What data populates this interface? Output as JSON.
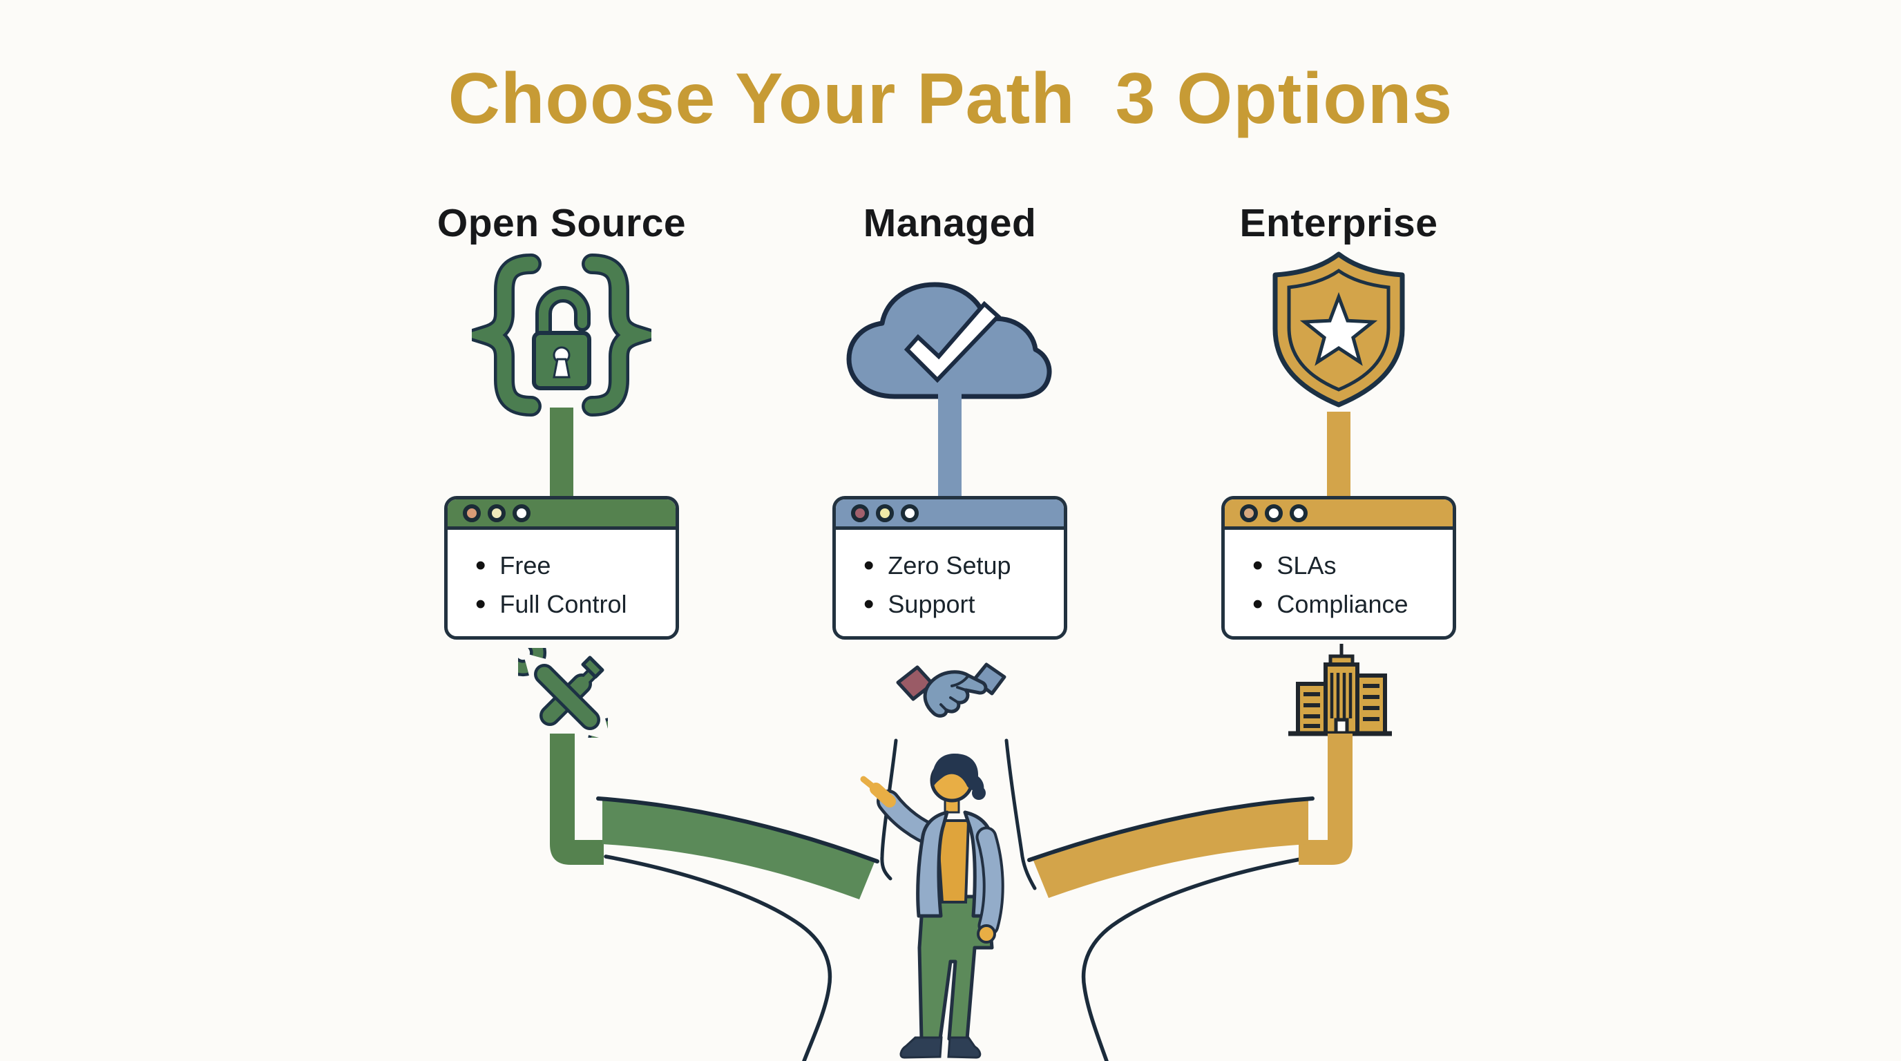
{
  "title": {
    "main": "Choose Your Path",
    "suffix": "3 Options"
  },
  "columns": [
    {
      "heading": "Open Source",
      "icon": "code-lock-icon",
      "accent": "#55824F",
      "bullets": [
        "Free",
        "Full Control"
      ]
    },
    {
      "heading": "Managed",
      "icon": "cloud-check-icon",
      "accent": "#7B97B8",
      "bullets": [
        "Zero Setup",
        "Support"
      ]
    },
    {
      "heading": "Enterprise",
      "icon": "shield-star-icon",
      "accent": "#D3A44A",
      "bullets": [
        "SLAs",
        "Compliance"
      ]
    }
  ],
  "bottom_icons": [
    {
      "name": "tools-icon"
    },
    {
      "name": "handshake-icon"
    },
    {
      "name": "building-icon"
    }
  ],
  "figure": {
    "name": "person-choosing-path"
  },
  "colors": {
    "background": "#FCFBF8",
    "title_gold": "#C79B35",
    "outline_dark": "#1E3040",
    "open_source_green": "#55824F",
    "managed_blue": "#7B97B8",
    "enterprise_gold": "#D3A44A"
  }
}
